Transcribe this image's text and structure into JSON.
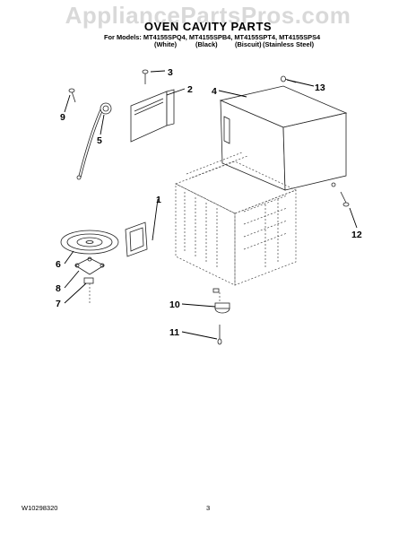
{
  "watermark": "AppliancePartsPros.com",
  "title": "OVEN CAVITY PARTS",
  "models_line": "For Models: MT4155SPQ4, MT4155SPB4, MT4155SPT4, MT4155SPS4",
  "finishes": [
    "(White)",
    "(Black)",
    "(Biscuit)",
    "(Stainless Steel)"
  ],
  "callouts": [
    "1",
    "2",
    "3",
    "4",
    "5",
    "6",
    "7",
    "8",
    "9",
    "10",
    "11",
    "12",
    "13"
  ],
  "footer": {
    "doc_number": "W10298320",
    "page": "3"
  }
}
